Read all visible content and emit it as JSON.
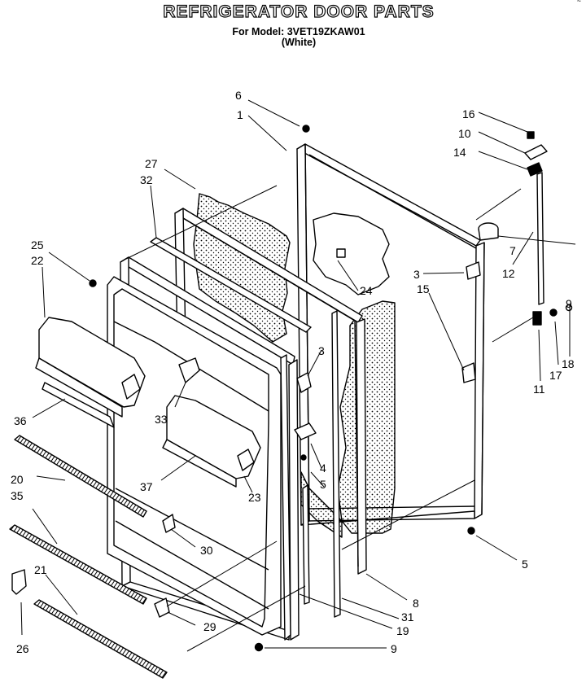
{
  "header": {
    "title": "REFRIGERATOR DOOR PARTS",
    "model_line": "For Model: 3VET19ZKAW01",
    "color_line": "(White)",
    "corner_mark": "~"
  },
  "callouts": [
    {
      "id": "c6a",
      "label": "6"
    },
    {
      "id": "c1",
      "label": "1"
    },
    {
      "id": "c27",
      "label": "27"
    },
    {
      "id": "c32",
      "label": "32"
    },
    {
      "id": "c25",
      "label": "25"
    },
    {
      "id": "c22",
      "label": "22"
    },
    {
      "id": "c36",
      "label": "36"
    },
    {
      "id": "c20",
      "label": "20"
    },
    {
      "id": "c35",
      "label": "35"
    },
    {
      "id": "c21",
      "label": "21"
    },
    {
      "id": "c26",
      "label": "26"
    },
    {
      "id": "c16",
      "label": "16"
    },
    {
      "id": "c10",
      "label": "10"
    },
    {
      "id": "c14",
      "label": "14"
    },
    {
      "id": "c7",
      "label": "7"
    },
    {
      "id": "c12",
      "label": "12"
    },
    {
      "id": "c3a",
      "label": "3"
    },
    {
      "id": "c15",
      "label": "15"
    },
    {
      "id": "c9a",
      "label": "9"
    },
    {
      "id": "c18",
      "label": "18"
    },
    {
      "id": "c11",
      "label": "11"
    },
    {
      "id": "c17",
      "label": "17"
    },
    {
      "id": "c24",
      "label": "24"
    },
    {
      "id": "c3b",
      "label": "3"
    },
    {
      "id": "c4",
      "label": "4"
    },
    {
      "id": "c5a",
      "label": "5"
    },
    {
      "id": "c33",
      "label": "33"
    },
    {
      "id": "c37",
      "label": "37"
    },
    {
      "id": "c23",
      "label": "23"
    },
    {
      "id": "c30",
      "label": "30"
    },
    {
      "id": "c29",
      "label": "29"
    },
    {
      "id": "c5b",
      "label": "5"
    },
    {
      "id": "c8",
      "label": "8"
    },
    {
      "id": "c31",
      "label": "31"
    },
    {
      "id": "c19",
      "label": "19"
    },
    {
      "id": "c9b",
      "label": "9"
    }
  ]
}
